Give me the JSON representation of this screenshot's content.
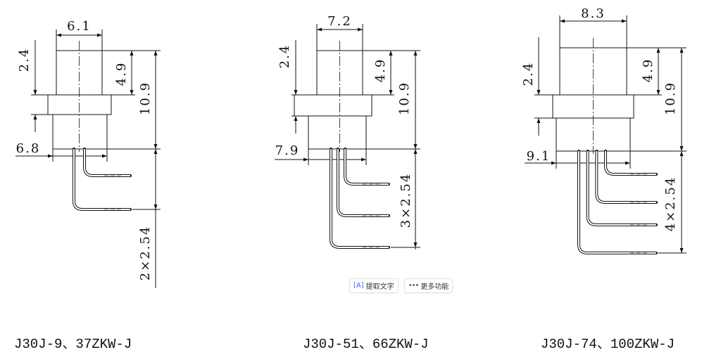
{
  "drawings": [
    {
      "caption": "J30J-9、37ZKW-J",
      "dims": {
        "top_width": "6.1",
        "flange_height": "2.4",
        "upper_height": "4.9",
        "total_height": "10.9",
        "base_width": "6.8",
        "pitch": "2×2.54"
      }
    },
    {
      "caption": "J30J-51、66ZKW-J",
      "dims": {
        "top_width": "7.2",
        "flange_height": "2.4",
        "upper_height": "4.9",
        "total_height": "10.9",
        "base_width": "7.9",
        "pitch": "3×2.54"
      }
    },
    {
      "caption": "J30J-74、100ZKW-J",
      "dims": {
        "top_width": "8.3",
        "flange_height": "2.4",
        "upper_height": "4.9",
        "total_height": "10.9",
        "base_width": "9.1",
        "pitch": "4×2.54"
      }
    }
  ],
  "toolbar": {
    "extract_text": "提取文字",
    "more": "更多功能",
    "extract_icon": "text-recognition-icon",
    "more_icon": "more-dots-icon"
  },
  "colors": {
    "line": "#111111",
    "accent": "#3a6ee8"
  }
}
